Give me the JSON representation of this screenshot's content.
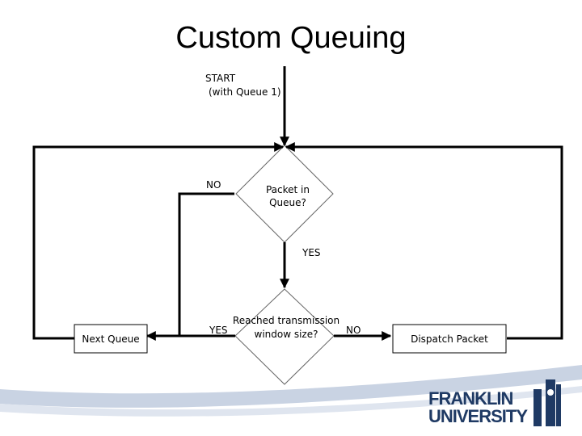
{
  "slide": {
    "title": "Custom Queuing"
  },
  "flowchart": {
    "start_line1": "START",
    "start_line2": "(with Queue 1)",
    "decision1_line1": "Packet in",
    "decision1_line2": "Queue?",
    "decision1_no": "NO",
    "decision1_yes": "YES",
    "decision2_line1": "Reached transmission",
    "decision2_line2": "window size?",
    "decision2_yes": "YES",
    "decision2_no": "NO",
    "next_queue": "Next Queue",
    "dispatch_packet": "Dispatch Packet"
  },
  "branding": {
    "logo_text_1": "FRANKLIN",
    "logo_text_2": "UNIVERSITY",
    "logo_color": "#1f3a64"
  }
}
